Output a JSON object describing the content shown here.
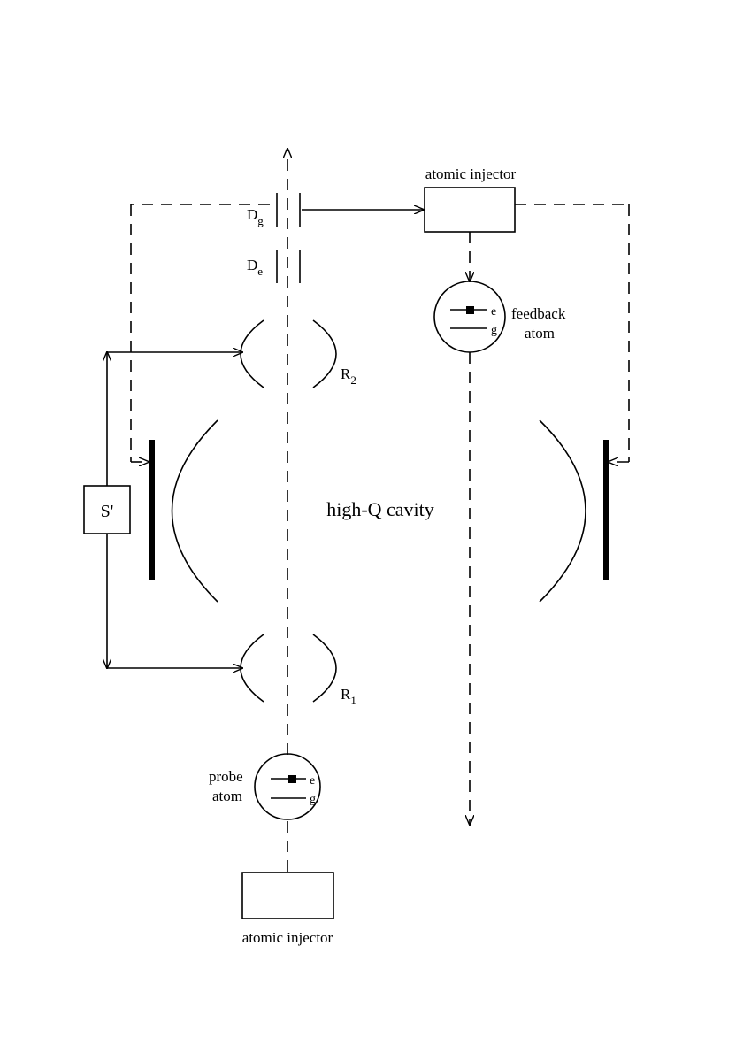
{
  "labels": {
    "atomic_injector_top": "atomic injector",
    "atomic_injector_bottom": "atomic injector",
    "detector_g": {
      "main": "D",
      "sub": "g"
    },
    "detector_e": {
      "main": "D",
      "sub": "e"
    },
    "zone_r2": {
      "main": "R",
      "sub": "2"
    },
    "zone_r1": {
      "main": "R",
      "sub": "1"
    },
    "source": "S'",
    "cavity": "high-Q cavity",
    "feedback_atom": [
      "feedback",
      "atom"
    ],
    "probe_atom": [
      "probe",
      "atom"
    ],
    "level_e": "e",
    "level_g": "g"
  }
}
